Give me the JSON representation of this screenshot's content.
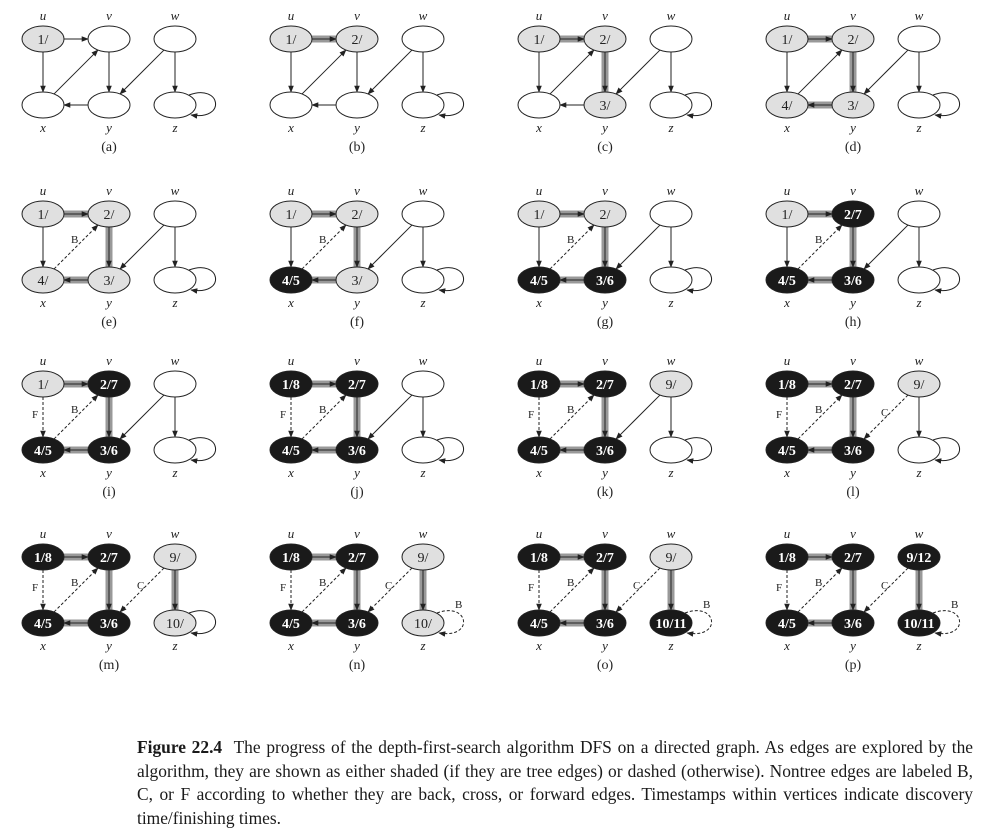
{
  "figure": {
    "vertex_labels": {
      "u": "u",
      "v": "v",
      "w": "w",
      "x": "x",
      "y": "y",
      "z": "z"
    },
    "edge_labels": {
      "B": "B",
      "C": "C",
      "F": "F"
    },
    "panels": [
      {
        "label": "(a)",
        "times": {
          "u": "1/",
          "v": "",
          "w": "",
          "x": "",
          "y": "",
          "z": ""
        },
        "state": {
          "u": "gray",
          "v": "white",
          "w": "white",
          "x": "white",
          "y": "white",
          "z": "white"
        },
        "tree": [],
        "nontree": []
      },
      {
        "label": "(b)",
        "times": {
          "u": "1/",
          "v": "2/",
          "w": "",
          "x": "",
          "y": "",
          "z": ""
        },
        "state": {
          "u": "gray",
          "v": "gray",
          "w": "white",
          "x": "white",
          "y": "white",
          "z": "white"
        },
        "tree": [
          "uv"
        ],
        "nontree": []
      },
      {
        "label": "(c)",
        "times": {
          "u": "1/",
          "v": "2/",
          "w": "",
          "x": "",
          "y": "3/",
          "z": ""
        },
        "state": {
          "u": "gray",
          "v": "gray",
          "w": "white",
          "x": "white",
          "y": "gray",
          "z": "white"
        },
        "tree": [
          "uv",
          "vy"
        ],
        "nontree": []
      },
      {
        "label": "(d)",
        "times": {
          "u": "1/",
          "v": "2/",
          "w": "",
          "x": "4/",
          "y": "3/",
          "z": ""
        },
        "state": {
          "u": "gray",
          "v": "gray",
          "w": "white",
          "x": "gray",
          "y": "gray",
          "z": "white"
        },
        "tree": [
          "uv",
          "vy",
          "yx"
        ],
        "nontree": []
      },
      {
        "label": "(e)",
        "times": {
          "u": "1/",
          "v": "2/",
          "w": "",
          "x": "4/",
          "y": "3/",
          "z": ""
        },
        "state": {
          "u": "gray",
          "v": "gray",
          "w": "white",
          "x": "gray",
          "y": "gray",
          "z": "white"
        },
        "tree": [
          "uv",
          "vy",
          "yx"
        ],
        "nontree": [
          "xv"
        ]
      },
      {
        "label": "(f)",
        "times": {
          "u": "1/",
          "v": "2/",
          "w": "",
          "x": "4/5",
          "y": "3/",
          "z": ""
        },
        "state": {
          "u": "gray",
          "v": "gray",
          "w": "white",
          "x": "black",
          "y": "gray",
          "z": "white"
        },
        "tree": [
          "uv",
          "vy",
          "yx"
        ],
        "nontree": [
          "xv"
        ]
      },
      {
        "label": "(g)",
        "times": {
          "u": "1/",
          "v": "2/",
          "w": "",
          "x": "4/5",
          "y": "3/6",
          "z": ""
        },
        "state": {
          "u": "gray",
          "v": "gray",
          "w": "white",
          "x": "black",
          "y": "black",
          "z": "white"
        },
        "tree": [
          "uv",
          "vy",
          "yx"
        ],
        "nontree": [
          "xv"
        ]
      },
      {
        "label": "(h)",
        "times": {
          "u": "1/",
          "v": "2/7",
          "w": "",
          "x": "4/5",
          "y": "3/6",
          "z": ""
        },
        "state": {
          "u": "gray",
          "v": "black",
          "w": "white",
          "x": "black",
          "y": "black",
          "z": "white"
        },
        "tree": [
          "uv",
          "vy",
          "yx"
        ],
        "nontree": [
          "xv"
        ]
      },
      {
        "label": "(i)",
        "times": {
          "u": "1/",
          "v": "2/7",
          "w": "",
          "x": "4/5",
          "y": "3/6",
          "z": ""
        },
        "state": {
          "u": "gray",
          "v": "black",
          "w": "white",
          "x": "black",
          "y": "black",
          "z": "white"
        },
        "tree": [
          "uv",
          "vy",
          "yx"
        ],
        "nontree": [
          "xv",
          "ux"
        ]
      },
      {
        "label": "(j)",
        "times": {
          "u": "1/8",
          "v": "2/7",
          "w": "",
          "x": "4/5",
          "y": "3/6",
          "z": ""
        },
        "state": {
          "u": "black",
          "v": "black",
          "w": "white",
          "x": "black",
          "y": "black",
          "z": "white"
        },
        "tree": [
          "uv",
          "vy",
          "yx"
        ],
        "nontree": [
          "xv",
          "ux"
        ]
      },
      {
        "label": "(k)",
        "times": {
          "u": "1/8",
          "v": "2/7",
          "w": "9/",
          "x": "4/5",
          "y": "3/6",
          "z": ""
        },
        "state": {
          "u": "black",
          "v": "black",
          "w": "gray",
          "x": "black",
          "y": "black",
          "z": "white"
        },
        "tree": [
          "uv",
          "vy",
          "yx"
        ],
        "nontree": [
          "xv",
          "ux"
        ]
      },
      {
        "label": "(l)",
        "times": {
          "u": "1/8",
          "v": "2/7",
          "w": "9/",
          "x": "4/5",
          "y": "3/6",
          "z": ""
        },
        "state": {
          "u": "black",
          "v": "black",
          "w": "gray",
          "x": "black",
          "y": "black",
          "z": "white"
        },
        "tree": [
          "uv",
          "vy",
          "yx"
        ],
        "nontree": [
          "xv",
          "ux",
          "wy"
        ]
      },
      {
        "label": "(m)",
        "times": {
          "u": "1/8",
          "v": "2/7",
          "w": "9/",
          "x": "4/5",
          "y": "3/6",
          "z": "10/"
        },
        "state": {
          "u": "black",
          "v": "black",
          "w": "gray",
          "x": "black",
          "y": "black",
          "z": "gray"
        },
        "tree": [
          "uv",
          "vy",
          "yx",
          "wz"
        ],
        "nontree": [
          "xv",
          "ux",
          "wy"
        ]
      },
      {
        "label": "(n)",
        "times": {
          "u": "1/8",
          "v": "2/7",
          "w": "9/",
          "x": "4/5",
          "y": "3/6",
          "z": "10/"
        },
        "state": {
          "u": "black",
          "v": "black",
          "w": "gray",
          "x": "black",
          "y": "black",
          "z": "gray"
        },
        "tree": [
          "uv",
          "vy",
          "yx",
          "wz"
        ],
        "nontree": [
          "xv",
          "ux",
          "wy",
          "zz"
        ]
      },
      {
        "label": "(o)",
        "times": {
          "u": "1/8",
          "v": "2/7",
          "w": "9/",
          "x": "4/5",
          "y": "3/6",
          "z": "10/11"
        },
        "state": {
          "u": "black",
          "v": "black",
          "w": "gray",
          "x": "black",
          "y": "black",
          "z": "black"
        },
        "tree": [
          "uv",
          "vy",
          "yx",
          "wz"
        ],
        "nontree": [
          "xv",
          "ux",
          "wy",
          "zz"
        ]
      },
      {
        "label": "(p)",
        "times": {
          "u": "1/8",
          "v": "2/7",
          "w": "9/12",
          "x": "4/5",
          "y": "3/6",
          "z": "10/11"
        },
        "state": {
          "u": "black",
          "v": "black",
          "w": "black",
          "x": "black",
          "y": "black",
          "z": "black"
        },
        "tree": [
          "uv",
          "vy",
          "yx",
          "wz"
        ],
        "nontree": [
          "xv",
          "ux",
          "wy",
          "zz"
        ]
      }
    ]
  },
  "caption": {
    "label": "Figure 22.4",
    "text": "The progress of the depth-first-search algorithm DFS on a directed graph. As edges are explored by the algorithm, they are shown as either shaded (if they are tree edges) or dashed (otherwise). Nontree edges are labeled B, C, or F according to whether they are back, cross, or forward edges. Timestamps within vertices indicate discovery time/finishing times."
  },
  "colors": {
    "gray_vertex": "#e0e0e0",
    "black_vertex": "#1a1a1a",
    "tree_edge": "#999999",
    "white_vertex": "#ffffff",
    "stroke": "#222222"
  }
}
